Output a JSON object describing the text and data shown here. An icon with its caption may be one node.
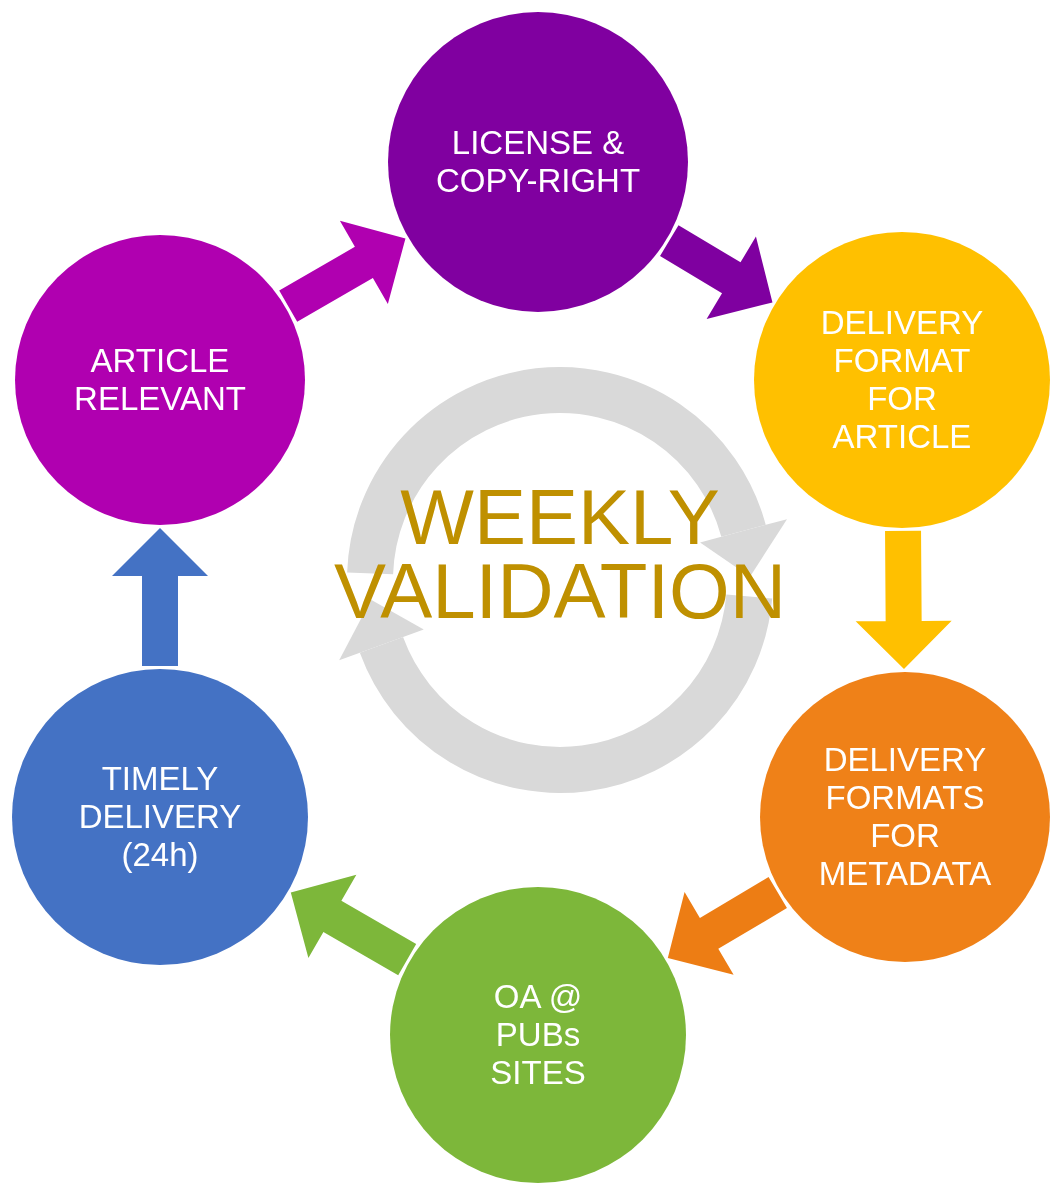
{
  "diagram": {
    "nodes": [
      {
        "text": [
          "LICENSE & COPY-RIGHT"
        ]
      },
      {
        "text": [
          "DELIVERY FORMAT FOR ARTICLE"
        ]
      },
      {
        "text": [
          "DELIVERY FORMATS FOR METADATA"
        ]
      },
      {
        "text": [
          "OA @ PUBs SITES"
        ]
      },
      {
        "text": [
          "TIMELY DELIVERY (24h)"
        ]
      },
      {
        "text": [
          "ARTICLE RELEVANT"
        ]
      }
    ],
    "edges": [
      {
        "from": 5,
        "to": 0,
        "arrow": "to",
        "color": "#b000b0"
      },
      {
        "from": 0,
        "to": 1,
        "arrow": "to",
        "color": "#7f00a0"
      },
      {
        "from": 1,
        "to": 2,
        "arrow": "to",
        "color": "#ffc000"
      },
      {
        "from": 2,
        "to": 3,
        "arrow": "to",
        "color": "#ed7d14"
      },
      {
        "from": 3,
        "to": 4,
        "arrow": "to",
        "color": "#7db73a"
      },
      {
        "from": 4,
        "to": 5,
        "arrow": "to",
        "color": "#4472c4"
      }
    ],
    "labels": [
      "WEEKLY VALIDATION"
    ]
  }
}
